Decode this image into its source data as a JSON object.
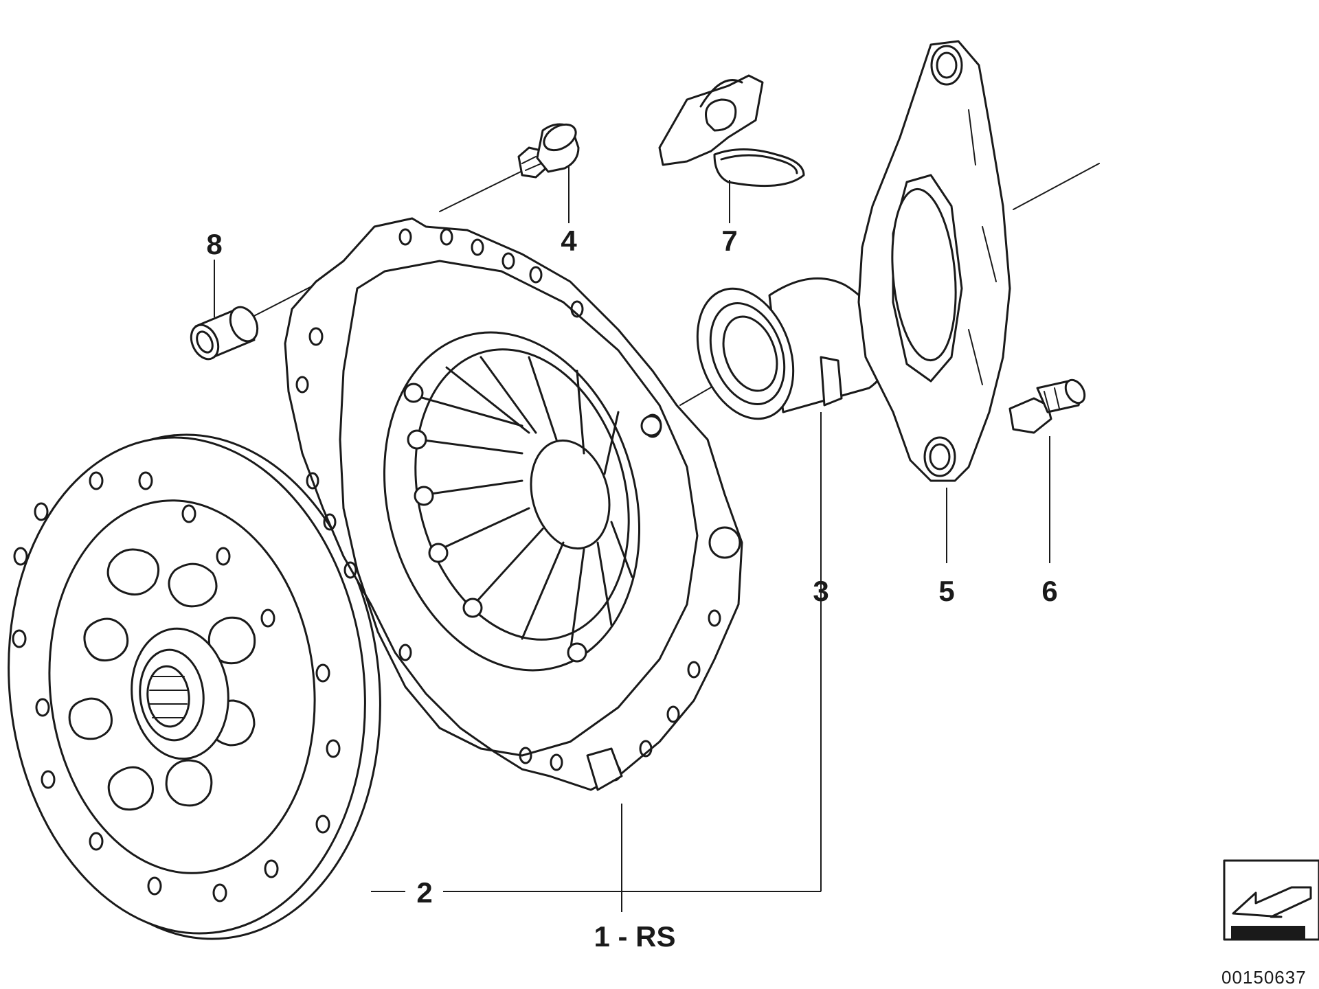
{
  "diagram": {
    "callouts": {
      "p1": "1 - RS",
      "p2": "2",
      "p3": "3",
      "p4": "4",
      "p5": "5",
      "p6": "6",
      "p7": "7",
      "p8": "8"
    },
    "image_code": "00150637",
    "icon": "direction-arrow-icon"
  }
}
